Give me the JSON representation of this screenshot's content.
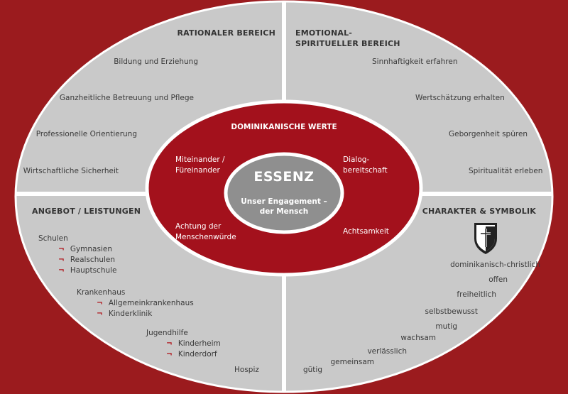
{
  "colors": {
    "background": "#9b1b1e",
    "outer_ring": "#c9c9c9",
    "ring_border": "#ffffff",
    "middle_ring": "#a3111c",
    "center": "#8f8f8f",
    "accent": "#b0141a",
    "text": "#3a3a3a"
  },
  "quadrants": {
    "top_left": {
      "header": "RATIONALER BEREICH",
      "items": [
        "Bildung und Erziehung",
        "Ganzheitliche Betreuung und Pflege",
        "Professionelle Orientierung",
        "Wirtschaftliche Sicherheit"
      ]
    },
    "top_right": {
      "header_line1": "EMOTIONAL-",
      "header_line2": "SPIRITUELLER BEREICH",
      "items": [
        "Sinnhaftigkeit erfahren",
        "Wertschätzung erhalten",
        "Geborgenheit spüren",
        "Spiritualität erleben"
      ]
    },
    "bottom_left": {
      "header": "ANGEBOT / LEISTUNGEN",
      "schulen": "Schulen",
      "schulen_items": [
        "Gymnasien",
        "Realschulen",
        "Hauptschule"
      ],
      "krankenhaus": "Krankenhaus",
      "krankenhaus_items": [
        "Allgemeinkrankenhaus",
        "Kinderklinik"
      ],
      "jugendhilfe": "Jugendhilfe",
      "jugendhilfe_items": [
        "Kinderheim",
        "Kinderdorf"
      ],
      "hospiz": "Hospiz"
    },
    "bottom_right": {
      "header": "CHARAKTER & SYMBOLIK",
      "items": [
        "dominikanisch-christlich",
        "offen",
        "freiheitlich",
        "selbstbewusst",
        "mutig",
        "wachsam",
        "verlässlich",
        "gemeinsam",
        "gütig"
      ]
    }
  },
  "middle": {
    "title": "DOMINIKANISCHE WERTE",
    "miteinander_line1": "Miteinander /",
    "miteinander_line2": "Füreinander",
    "dialog_line1": "Dialog-",
    "dialog_line2": "bereitschaft",
    "achtung_line1": "Achtung der",
    "achtung_line2": "Menschenwürde",
    "achtsamkeit": "Achtsamkeit"
  },
  "center": {
    "title": "ESSENZ",
    "sub_line1": "Unser Engagement –",
    "sub_line2": "der Mensch"
  },
  "icons": {
    "emblem": "dominican-shield-icon"
  }
}
